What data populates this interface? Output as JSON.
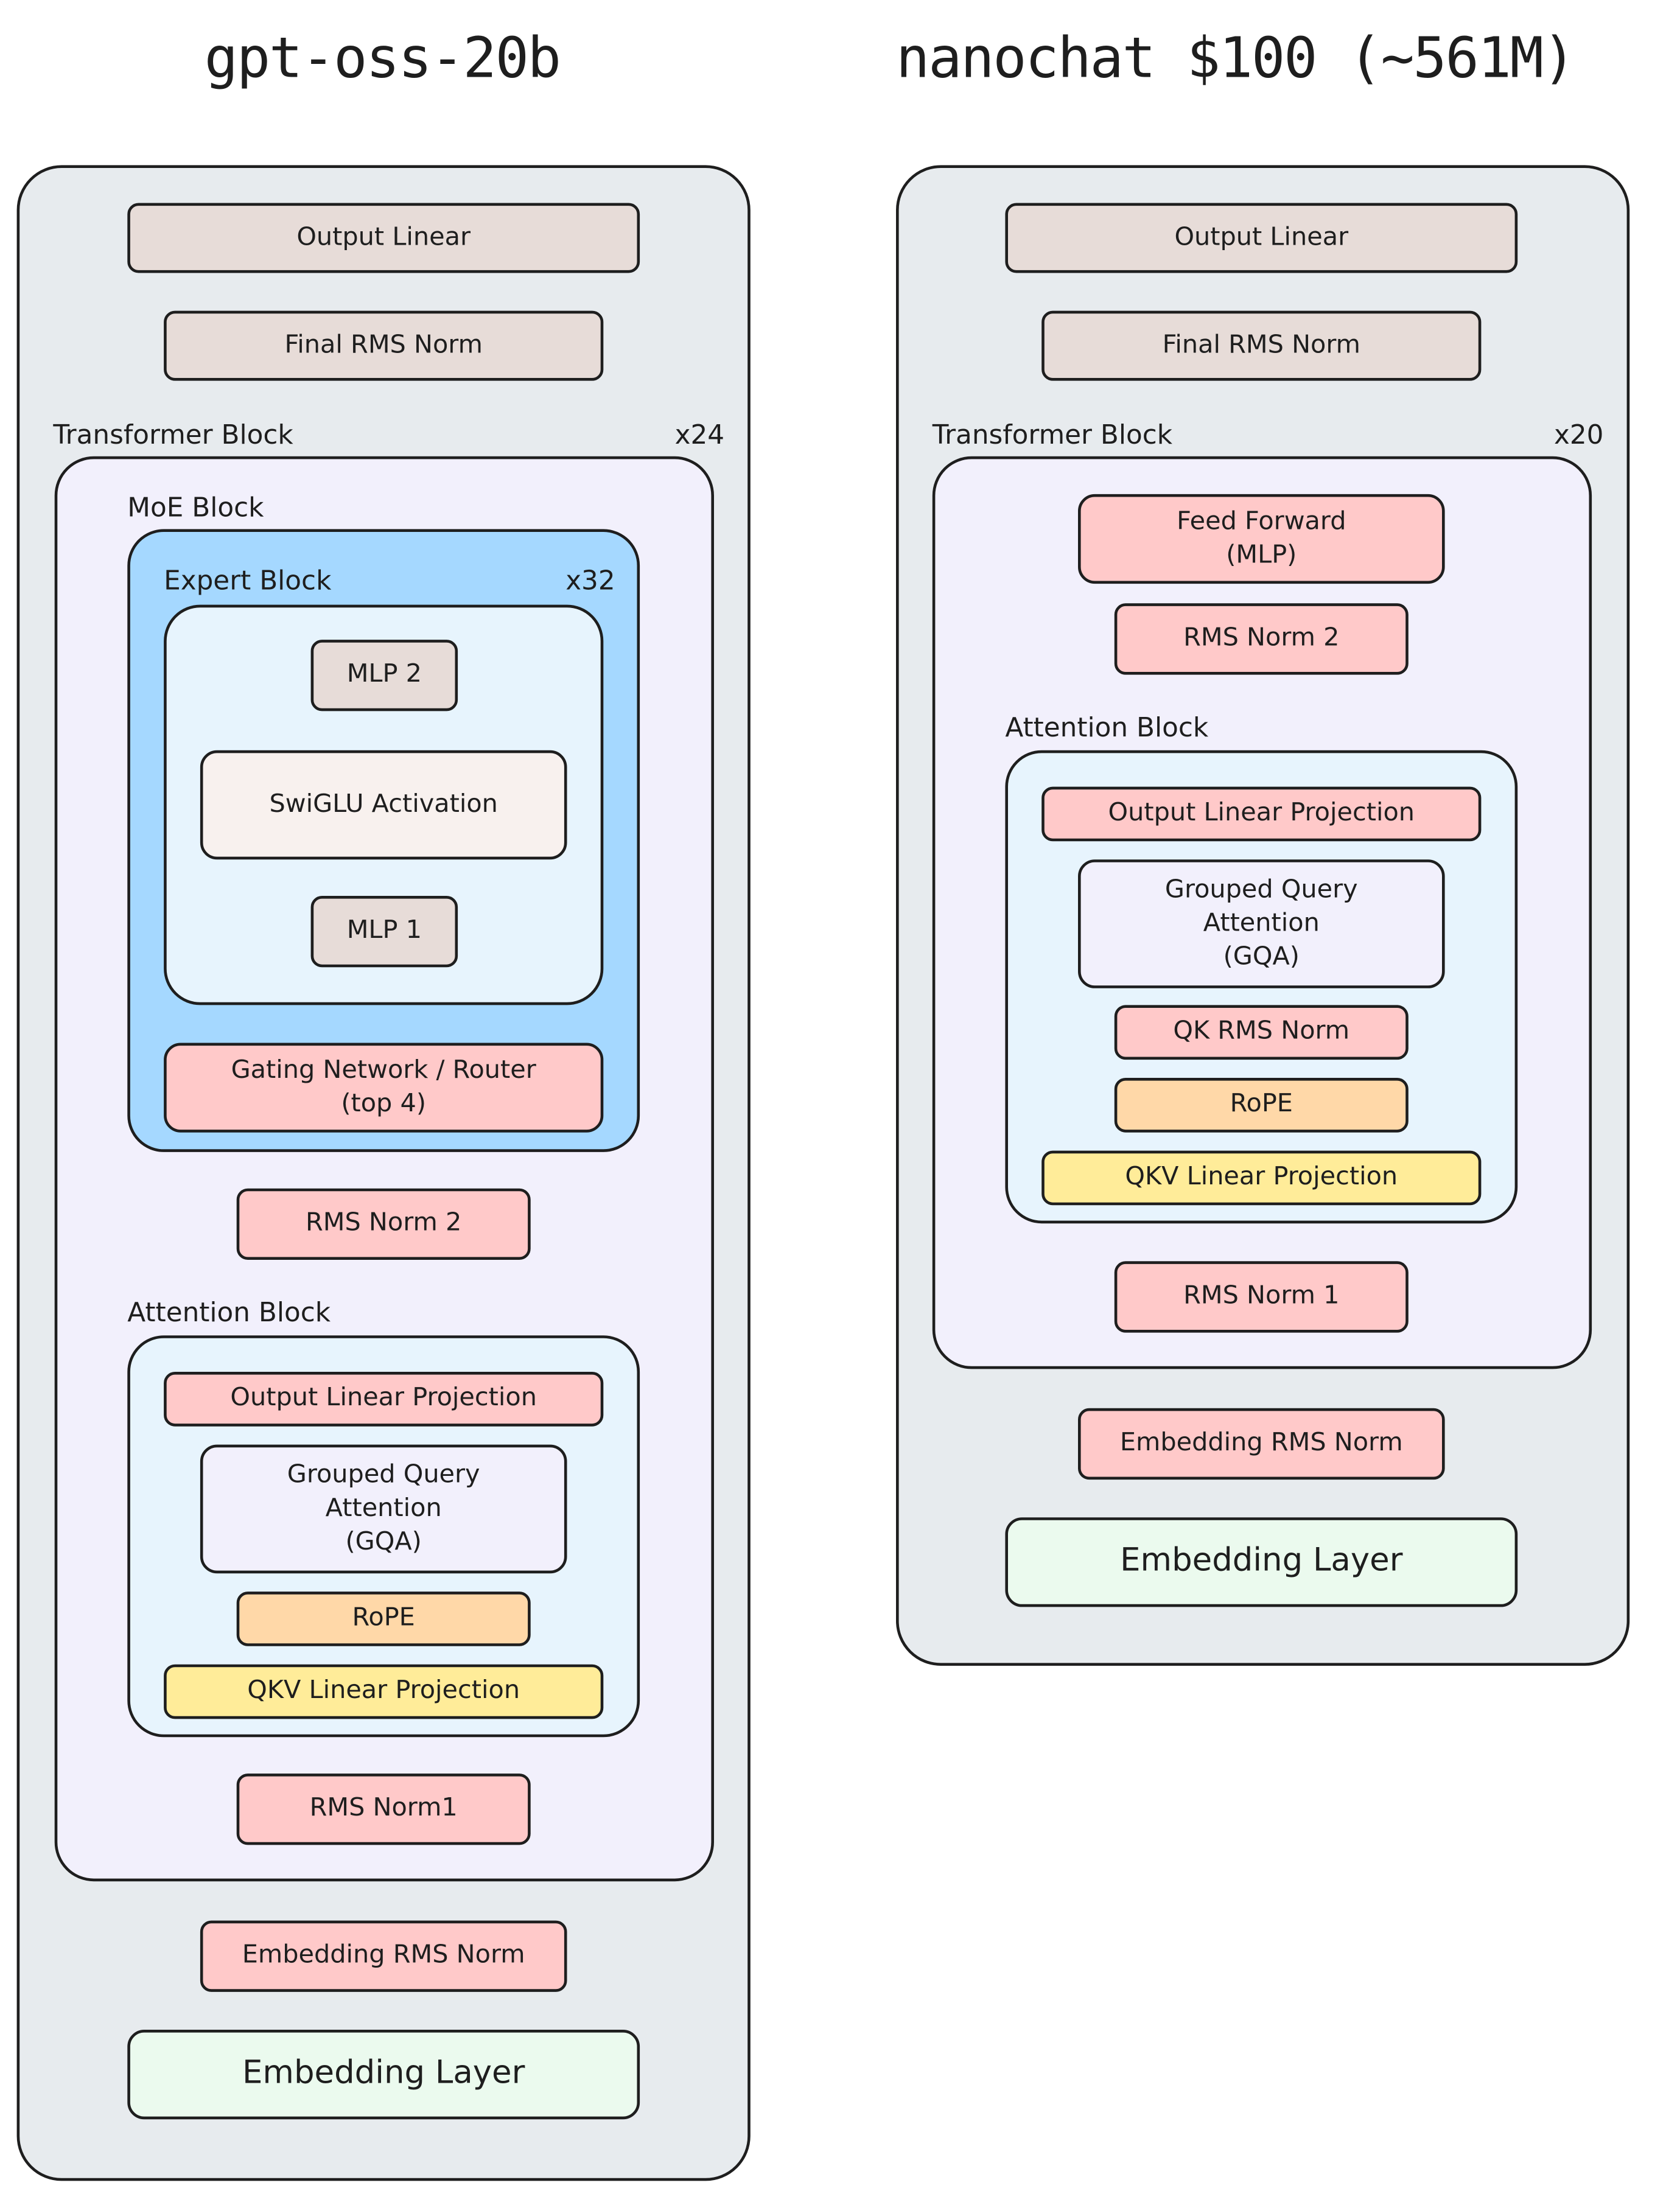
{
  "left": {
    "title": "gpt-oss-20b",
    "output_linear": "Output Linear",
    "final_rms_norm": "Final RMS Norm",
    "transformer_block_label": "Transformer Block",
    "transformer_block_repeat": "x24",
    "moe_block_label": "MoE Block",
    "expert_block_label": "Expert Block",
    "expert_block_repeat": "x32",
    "mlp2": "MLP 2",
    "swiglu": "SwiGLU Activation",
    "mlp1": "MLP 1",
    "router": "Gating Network / Router\n(top 4)",
    "rms_norm_2": "RMS Norm 2",
    "attention_block_label": "Attention Block",
    "output_linear_projection": "Output Linear Projection",
    "gqa": "Grouped Query\nAttention\n(GQA)",
    "rope": "RoPE",
    "qkv": "QKV Linear Projection",
    "rms_norm_1": "RMS Norm1",
    "embedding_rms_norm": "Embedding RMS Norm",
    "embedding_layer": "Embedding Layer"
  },
  "right": {
    "title": "nanochat $100 (~561M)",
    "output_linear": "Output Linear",
    "final_rms_norm": "Final RMS Norm",
    "transformer_block_label": "Transformer Block",
    "transformer_block_repeat": "x20",
    "feed_forward": "Feed Forward\n(MLP)",
    "rms_norm_2": "RMS Norm 2",
    "attention_block_label": "Attention Block",
    "output_linear_projection": "Output Linear Projection",
    "gqa": "Grouped Query\nAttention\n(GQA)",
    "qk_rms_norm": "QK RMS Norm",
    "rope": "RoPE",
    "qkv": "QKV Linear Projection",
    "rms_norm_1": "RMS Norm 1",
    "embedding_rms_norm": "Embedding RMS Norm",
    "embedding_layer": "Embedding Layer"
  },
  "colors": {
    "beige": "#e7dcd8",
    "pink": "#ffc9c9",
    "green": "#ebfaee",
    "orange": "#ffd8a8",
    "yellow": "#ffec99",
    "lavender": "#f2f0fc",
    "light_blue": "#e7f4fd",
    "blue": "#a5d8ff",
    "panel_gray": "#e7ebee"
  }
}
